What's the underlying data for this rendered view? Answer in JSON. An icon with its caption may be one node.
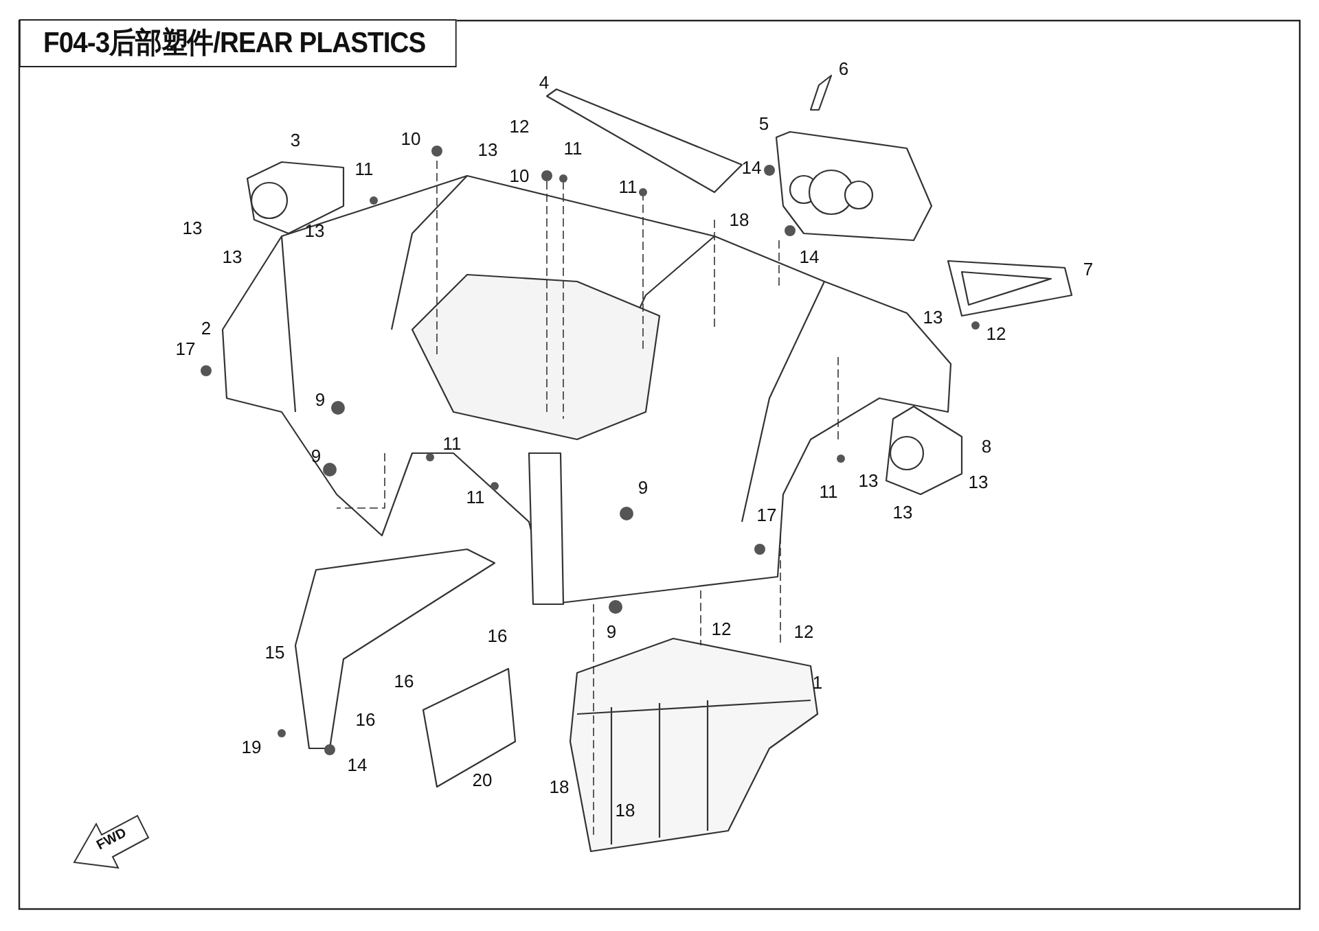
{
  "diagram": {
    "title": "F04-3后部塑件/REAR PLASTICS",
    "labels": [
      "6",
      "4",
      "5",
      "12",
      "10",
      "3",
      "11",
      "13",
      "14",
      "11",
      "10",
      "11",
      "18",
      "13",
      "13",
      "14",
      "13",
      "7",
      "13",
      "2",
      "12",
      "17",
      "9",
      "11",
      "8",
      "9",
      "13",
      "13",
      "9",
      "11",
      "11",
      "13",
      "17",
      "12",
      "9",
      "12",
      "16",
      "15",
      "16",
      "1",
      "16",
      "19",
      "14",
      "20",
      "18",
      "18",
      "FWD"
    ]
  }
}
